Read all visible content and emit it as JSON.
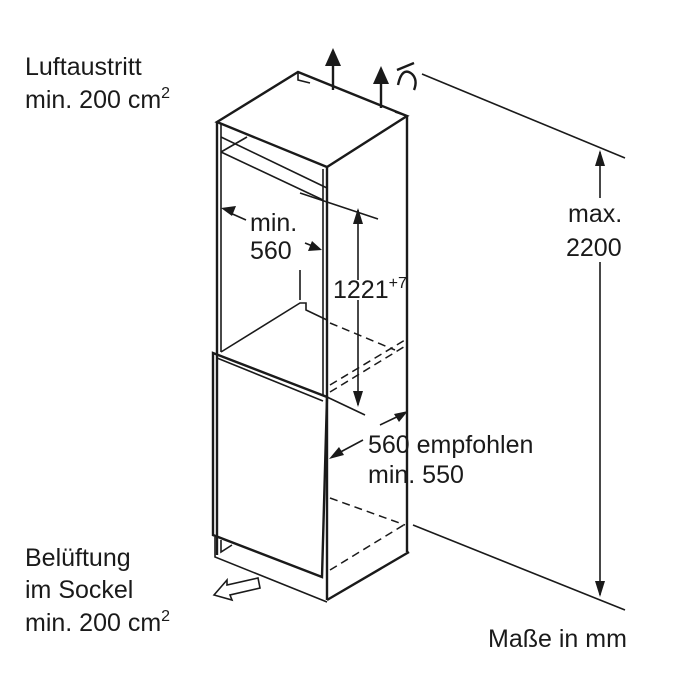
{
  "labels": {
    "air_outlet_1": "Luftaustritt",
    "air_outlet_2": "min. 200 cm",
    "air_outlet_sup": "2",
    "max_label": "max.",
    "max_value": "2200",
    "width_min": "min.",
    "width_value": "560",
    "niche_height": "1221",
    "niche_height_tol": "+7",
    "depth_recommended": "560 empfohlen",
    "depth_min": "min. 550",
    "plinth_1": "Belüftung",
    "plinth_2": "im Sockel",
    "plinth_3": "min. 200 cm",
    "plinth_sup": "2",
    "units": "Maße in mm"
  }
}
